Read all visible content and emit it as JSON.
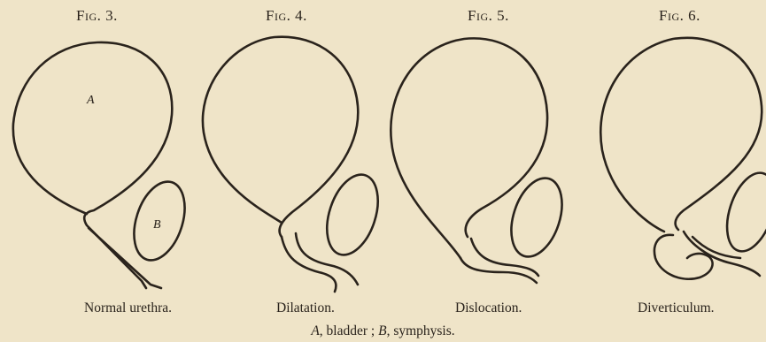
{
  "figures": [
    {
      "fig_word": "Fig.",
      "number": "3.",
      "caption": "Normal urethra."
    },
    {
      "fig_word": "Fig.",
      "number": "4.",
      "caption": "Dilatation."
    },
    {
      "fig_word": "Fig.",
      "number": "5.",
      "caption": "Dislocation."
    },
    {
      "fig_word": "Fig.",
      "number": "6.",
      "caption": "Diverticulum."
    }
  ],
  "labels": {
    "a": "A",
    "b": "B"
  },
  "legend": {
    "a_letter": "A",
    "a_text": ", bladder ; ",
    "b_letter": "B",
    "b_text": ", symphysis."
  }
}
